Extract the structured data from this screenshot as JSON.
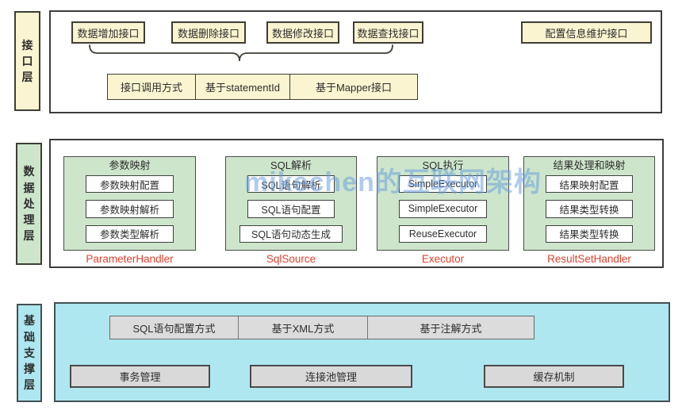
{
  "watermark": "mikechen的互联网架构",
  "colors": {
    "interface_fill": "#fbf4d0",
    "data_processing_fill": "#cde6cb",
    "base_support_fill": "#aee7f0",
    "gray_fill": "#dcdcdc",
    "caption_red": "#e2402e",
    "watermark_blue": "#6ea0de"
  },
  "layers": {
    "interface": {
      "label": "接口层",
      "buttons": [
        "数据增加接口",
        "数据删除接口",
        "数据修改接口",
        "数据查找接口",
        "配置信息维护接口"
      ],
      "call_methods": [
        "接口调用方式",
        "基于statementId",
        "基于Mapper接口"
      ]
    },
    "data_processing": {
      "label": "数据处理层",
      "panels": [
        {
          "title": "参数映射",
          "items": [
            "参数映射配置",
            "参数映射解析",
            "参数类型解析"
          ],
          "caption": "ParameterHandler"
        },
        {
          "title": "SQL解析",
          "items": [
            "SQL语句解析",
            "SQL语句配置",
            "SQL语句动态生成"
          ],
          "caption": "SqlSource"
        },
        {
          "title": "SQL执行",
          "items": [
            "SimpleExecutor",
            "SimpleExecutor",
            "ReuseExecutor"
          ],
          "caption": "Executor"
        },
        {
          "title": "结果处理和映射",
          "items": [
            "结果映射配置",
            "结果类型转换",
            "结果类型转换"
          ],
          "caption": "ResultSetHandler"
        }
      ]
    },
    "base_support": {
      "label": "基础支撑层",
      "config_row": [
        "SQL语句配置方式",
        "基于XML方式",
        "基于注解方式"
      ],
      "boxes": [
        "事务管理",
        "连接池管理",
        "缓存机制"
      ]
    }
  }
}
